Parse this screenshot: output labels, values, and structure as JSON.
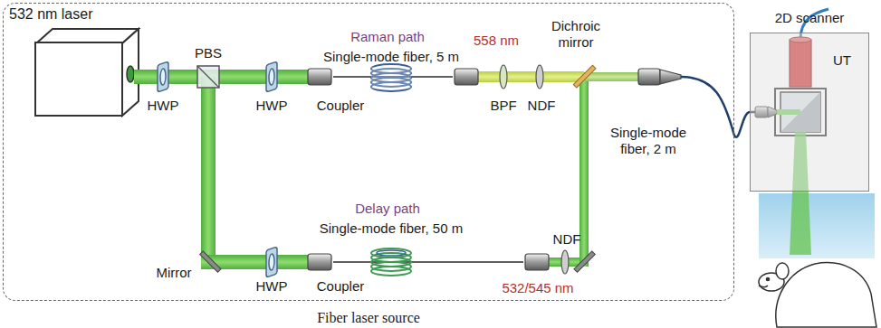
{
  "diagram": {
    "nodes": [
      {
        "text": [
          "Fiber laser source"
        ]
      },
      {
        "text": [
          "532 nm laser"
        ],
        "in": 0
      },
      {
        "text": [
          "2D scanner"
        ]
      }
    ],
    "edges": [
      {
        "from": 0,
        "to": 2,
        "arrow": "none"
      }
    ],
    "labels": [
      "HWP",
      "PBS",
      "HWP",
      "Coupler",
      "Raman path",
      "Single-mode fiber, 5 m",
      "558 nm",
      "BPF",
      "NDF",
      "Dichroic mirror",
      "UT",
      "Single-mode fiber, 2 m",
      "Mirror",
      "HWP",
      "Coupler",
      "Delay path",
      "Single-mode fiber, 50 m",
      "NDF",
      "532/545 nm"
    ]
  }
}
